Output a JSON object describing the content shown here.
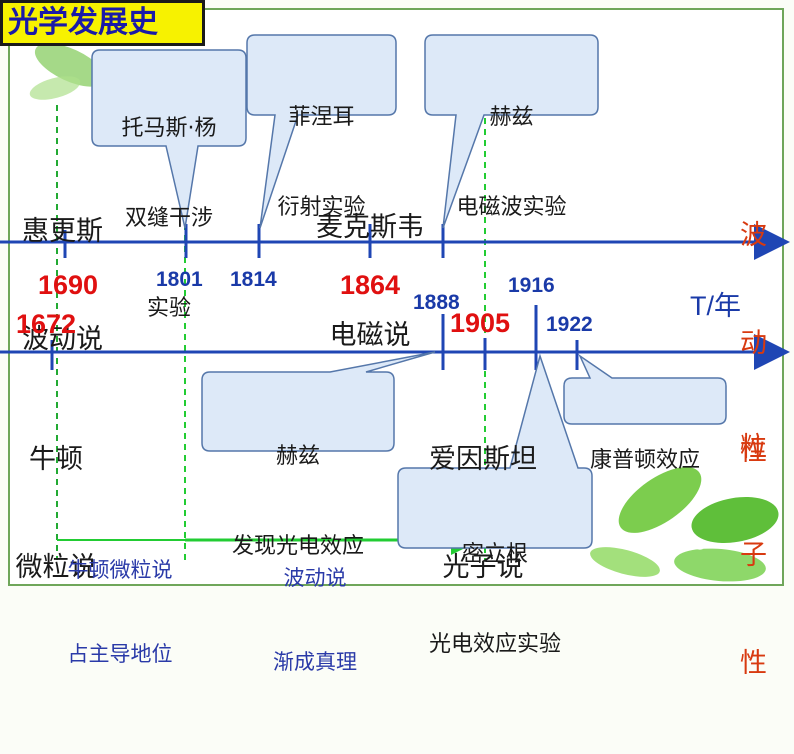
{
  "title": "光学发展史",
  "wave_axis_label": [
    "波",
    "动",
    "性"
  ],
  "particle_axis_label": [
    "粒",
    "子",
    "性"
  ],
  "time_label": "T/年",
  "top_events": [
    {
      "id": "huygens",
      "lines": [
        "惠更斯",
        "波动说"
      ]
    },
    {
      "id": "maxwell",
      "lines": [
        "麦克斯韦",
        "电磁说"
      ]
    }
  ],
  "bottom_events": [
    {
      "id": "newton",
      "lines": [
        "牛顿",
        "微粒说"
      ]
    },
    {
      "id": "einstein",
      "lines": [
        "爱因斯坦",
        "光子说"
      ]
    }
  ],
  "callouts": [
    {
      "id": "young",
      "lines": [
        "托马斯·杨",
        "双缝干涉",
        "实验"
      ]
    },
    {
      "id": "fresnel",
      "lines": [
        "菲涅耳",
        "衍射实验"
      ]
    },
    {
      "id": "hertz-wave",
      "lines": [
        "赫兹",
        "电磁波实验"
      ]
    },
    {
      "id": "hertz-photo",
      "lines": [
        "赫兹",
        "发现光电效应"
      ]
    },
    {
      "id": "compton",
      "lines": [
        "康普顿效应"
      ]
    },
    {
      "id": "millikan",
      "lines": [
        "密立根",
        "光电效应实验"
      ]
    }
  ],
  "years": [
    {
      "id": "y1690",
      "label": "1690",
      "style": "red"
    },
    {
      "id": "y1672",
      "label": "1672",
      "style": "red"
    },
    {
      "id": "y1801",
      "label": "1801",
      "style": "blue"
    },
    {
      "id": "y1814",
      "label": "1814",
      "style": "blue"
    },
    {
      "id": "y1864",
      "label": "1864",
      "style": "red"
    },
    {
      "id": "y1888",
      "label": "1888",
      "style": "blue"
    },
    {
      "id": "y1905",
      "label": "1905",
      "style": "red"
    },
    {
      "id": "y1916",
      "label": "1916",
      "style": "blue"
    },
    {
      "id": "y1922",
      "label": "1922",
      "style": "blue"
    }
  ],
  "bottom_notes": {
    "newton_dominant": [
      "牛顿微粒说",
      "占主导地位"
    ],
    "wave_truth": [
      "波动说",
      "渐成真理"
    ]
  },
  "colors": {
    "axis": "#1f46b4",
    "callout_fill": "#dde9f8",
    "callout_stroke": "#5577aa",
    "guide": "#22cc33",
    "title_fill": "#f7f200"
  }
}
